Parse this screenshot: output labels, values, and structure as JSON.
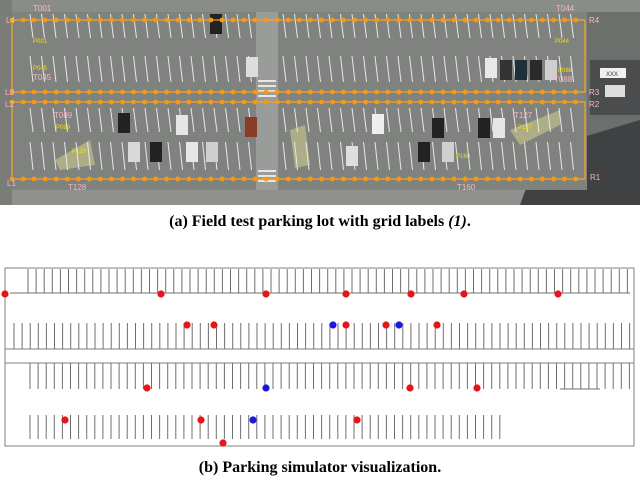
{
  "figure_a": {
    "caption": {
      "label": "(a)",
      "text": "Field test parking lot with grid labels",
      "cite": "(1)",
      "end": "."
    },
    "grid_labels": {
      "corners": [
        "L4",
        "L3",
        "L2",
        "L1",
        "R4",
        "R3",
        "R2",
        "R1"
      ],
      "column_markers": [
        "T001",
        "T044",
        "T045",
        "T088",
        "T089",
        "T127",
        "T128",
        "T160"
      ],
      "stall_markers": [
        "P001",
        "P044",
        "P045",
        "P088",
        "P089",
        "P127",
        "P128",
        "P160"
      ],
      "sign_text": "XXX"
    },
    "colors": {
      "pavement": "#7d7f7c",
      "grid_line": "#f5a623",
      "marker": "#f39c12",
      "label_pink": "#f4b6c2",
      "label_yellow": "#f2e200"
    }
  },
  "figure_b": {
    "caption": {
      "label": "(b)",
      "text": "Parking simulator visualization."
    },
    "colors": {
      "occupied_red": "#e8141b",
      "occupied_blue": "#1a18e0",
      "line": "#7f7f7f"
    }
  }
}
